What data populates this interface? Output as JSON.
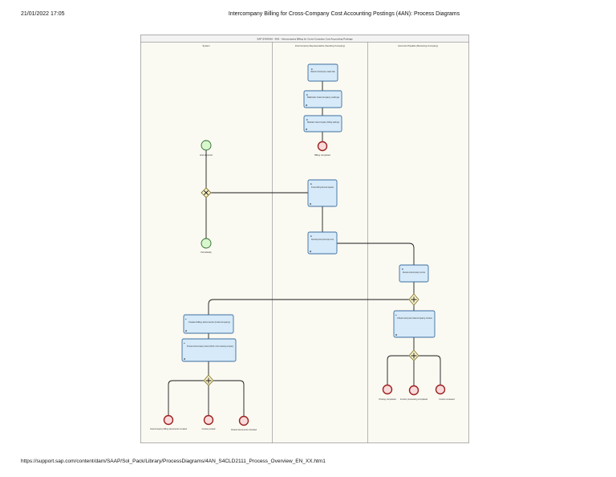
{
  "header": {
    "date": "21/01/2022 17:05",
    "title": "Intercompany Billing for Cross-Company Cost Accounting Postings (4AN): Process Diagrams"
  },
  "footer": {
    "url": "https://support.sap.com/content/dam/SAAP/Sol_Pack/Library/ProcessDiagrams/4AN_S4CLD2111_Process_Overview_EN_XX.htm1"
  },
  "diagram": {
    "pool_title": "SAP S/4HANA - 4AN - Intercompany Billing for Cross-Company Cost Accounting Postings",
    "lanes": [
      "System",
      "Intercompany Representative (Sending Company)",
      "Accounts Payable (Receiving Company)"
    ],
    "start_events": [
      "End of period",
      "Periodically"
    ],
    "end_events_system": [
      "Intercompany billing documents created",
      "Invoice posted",
      "Posted documents checked"
    ],
    "end_events_sending": [
      "Billing completed"
    ],
    "end_events_receiving": [
      "Posting completed",
      "Invoice processing completed",
      "Invoice reviewed"
    ],
    "tasks": {
      "t1": "Maintain intercompany master data",
      "t2": "Maintain intercompany settings",
      "t3": "Maintain intercompany billing settings",
      "t4": "Process billing document requests",
      "t5": "Review billing document (intercompany invoice)",
      "t6": "Receive intercompany invoice",
      "t7": "Check and post intercompany invoice",
      "t8": "Create billing documents (intercompany)",
      "t9": "Process intercompany invoice (IDoc) in the receiving company"
    }
  }
}
